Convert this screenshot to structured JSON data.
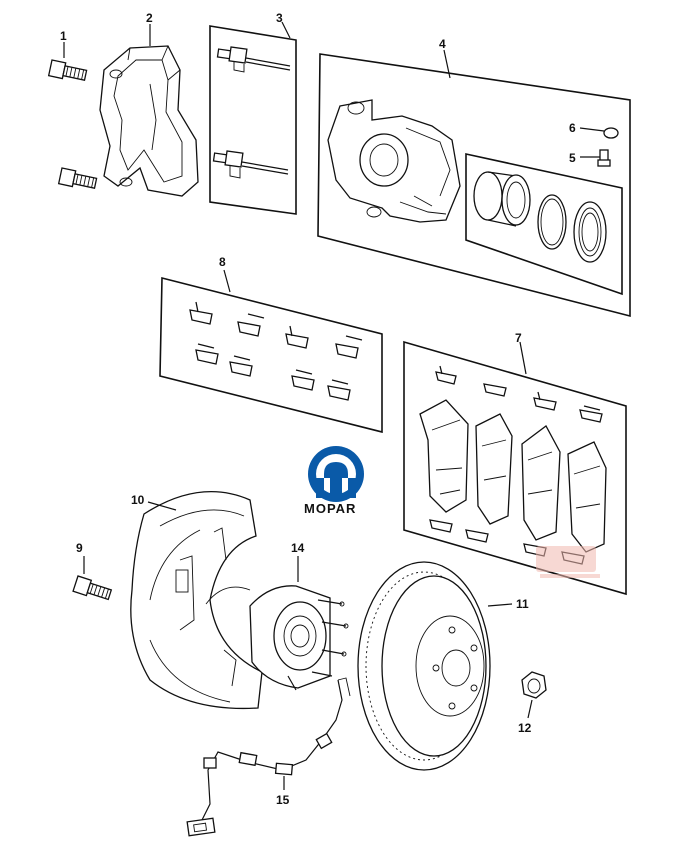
{
  "diagram": {
    "callouts": [
      "1",
      "2",
      "3",
      "4",
      "5",
      "6",
      "7",
      "8",
      "9",
      "10",
      "11",
      "12",
      "14",
      "15"
    ],
    "brand": {
      "name": "MOPAR",
      "color": "#0a5aa8"
    },
    "watermark": {
      "color": "#f2b9b0"
    }
  }
}
